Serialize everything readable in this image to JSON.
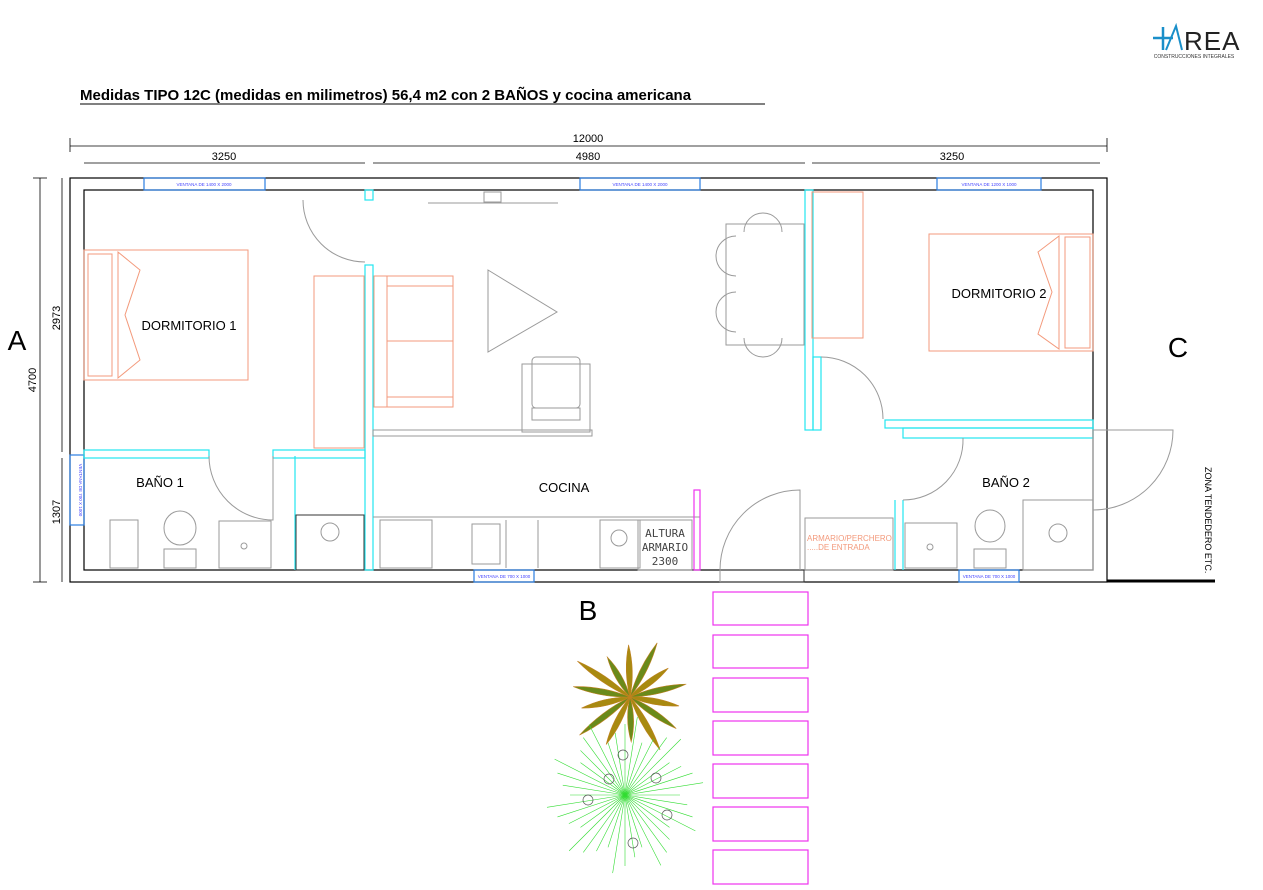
{
  "title": "Medidas TIPO 12C (medidas en milimetros)  56,4 m2 con 2 BAÑOS y cocina americana",
  "logo": {
    "name": "+AREA",
    "tagline": "CONSTRUCCIONES INTEGRALES",
    "color": "#1a8fc9"
  },
  "dimensions": {
    "total_width": "12000",
    "widths": [
      "3250",
      "4980",
      "3250"
    ],
    "total_depth": "4700",
    "depths": [
      "2973",
      "1307"
    ]
  },
  "facades": {
    "a": "A",
    "b": "B",
    "c": "C"
  },
  "rooms": {
    "dormitorio1": "DORMITORIO 1",
    "dormitorio2": "DORMITORIO 2",
    "bano1": "BAÑO 1",
    "bano2": "BAÑO 2",
    "cocina": "COCINA"
  },
  "windows": {
    "w1": "VENTANA DE 1400 X 2000",
    "w2": "VENTANA DE 1400 X 2000",
    "w3": "VENTANA DE 1200 X 1000",
    "w4": "VENTANA DE 700 X 1000",
    "w5": "VENTANA DE 700 X 1000",
    "w6": "VENTANA DE 700 X 1000"
  },
  "annotations": {
    "armario_line1": "ALTURA",
    "armario_line2": "ARMARIO",
    "armario_line3": "2300",
    "perchero_line1": "ARMARIO/PERCHERO",
    "perchero_line2": ".....DE ENTRADA",
    "tendedero": "ZONA TENDEDERO  ETC."
  }
}
